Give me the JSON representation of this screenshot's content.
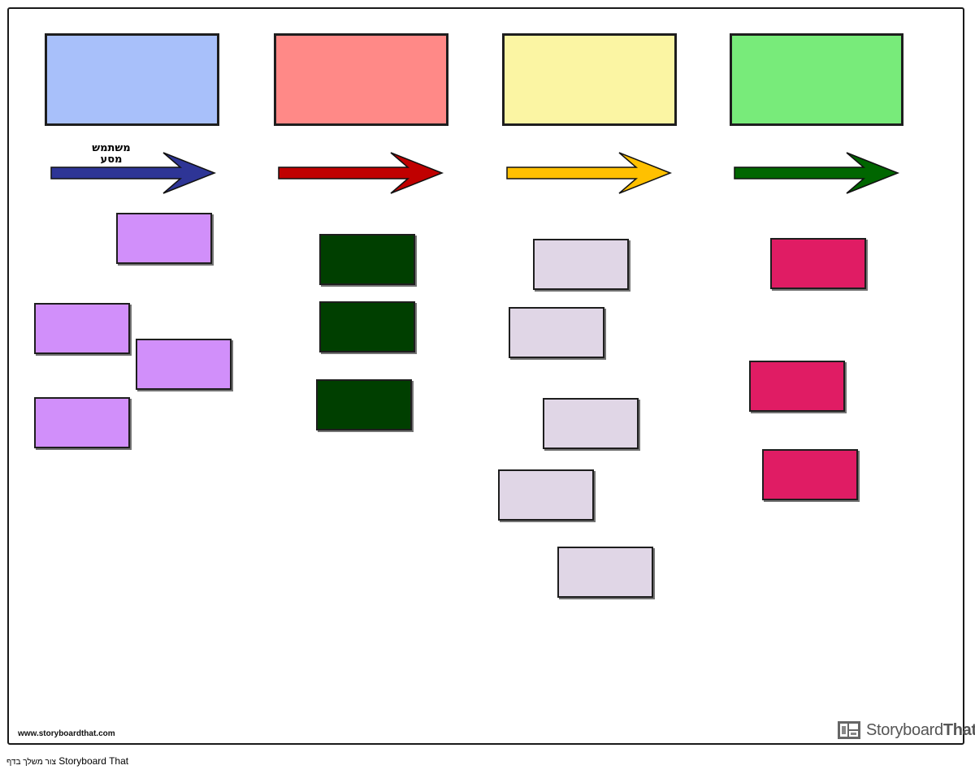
{
  "arrow_label": "משתמש\nמסע",
  "footer": {
    "url": "www.storyboardthat.com",
    "brand_regular": "Storyboard",
    "brand_bold": "That",
    "credit_brand": "Storyboard That",
    "credit_hebrew": "צור משלך בדף"
  },
  "colors": {
    "header_1": "#a8c0fa",
    "header_2": "#ff8987",
    "header_3": "#fbf5a3",
    "header_4": "#78eb7a",
    "arrow_1": "#2e3596",
    "arrow_2": "#c00000",
    "arrow_3": "#ffc000",
    "arrow_4": "#006600",
    "cards_1": "#d18ffa",
    "cards_2": "#003f00",
    "cards_3": "#e0d6e6",
    "cards_4": "#e01c64"
  },
  "columns": [
    {
      "header_color": "header_1",
      "arrow_color": "arrow_1",
      "card_color": "cards_1",
      "card_count": 4
    },
    {
      "header_color": "header_2",
      "arrow_color": "arrow_2",
      "card_color": "cards_2",
      "card_count": 3
    },
    {
      "header_color": "header_3",
      "arrow_color": "arrow_3",
      "card_color": "cards_3",
      "card_count": 5
    },
    {
      "header_color": "header_4",
      "arrow_color": "arrow_4",
      "card_color": "cards_4",
      "card_count": 3
    }
  ]
}
